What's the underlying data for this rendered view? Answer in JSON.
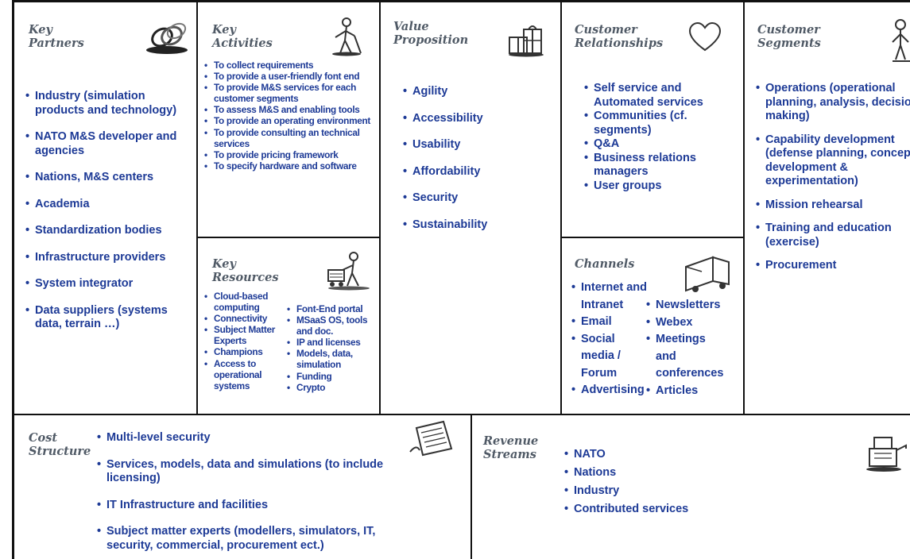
{
  "key_partners": {
    "title": "Key\nPartners",
    "icon": "linked-rings-icon",
    "items": [
      "Industry (simulation products and technology)",
      "NATO M&S developer and agencies",
      "Nations, M&S centers",
      "Academia",
      "Standardization bodies",
      "Infrastructure providers",
      "System integrator",
      "Data suppliers (systems data, terrain …)"
    ]
  },
  "key_activities": {
    "title": "Key\nActivities",
    "icon": "worker-sweeping-icon",
    "items": [
      "To collect requirements",
      "To provide a user-friendly font end",
      "To provide M&S services for each customer segments",
      "To assess M&S and enabling tools",
      "To provide an operating environment",
      "To provide consulting an technical services",
      "To provide pricing framework",
      "To specify hardware and software"
    ]
  },
  "key_resources": {
    "title": "Key\nResources",
    "icon": "worker-with-cart-icon",
    "col1": [
      "Cloud-based computing",
      "Connectivity",
      "Subject Matter Experts",
      "Champions",
      "Access to operational systems"
    ],
    "col2": [
      "Font-End portal",
      "MSaaS OS, tools and doc.",
      "IP and licenses",
      "Models, data, simulation",
      "Funding",
      "Crypto"
    ]
  },
  "value_proposition": {
    "title": "Value\nProposition",
    "icon": "gift-boxes-icon",
    "items": [
      "Agility",
      "Accessibility",
      "Usability",
      "Affordability",
      "Security",
      "Sustainability"
    ]
  },
  "customer_relationships": {
    "title": "Customer\nRelationships",
    "icon": "heart-icon",
    "items": [
      "Self service and Automated services",
      "Communities (cf. segments)",
      "Q&A",
      "Business relations managers",
      "User groups"
    ]
  },
  "channels": {
    "title": "Channels",
    "icon": "delivery-truck-icon",
    "col1": [
      "Internet and Intranet",
      "Email",
      "Social media / Forum",
      "Advertising"
    ],
    "col2": [
      "Newsletters",
      "Webex",
      "Meetings and conferences",
      "Articles"
    ]
  },
  "customer_segments": {
    "title": "Customer\nSegments",
    "icon": "person-icon",
    "items": [
      "Operations  (operational planning, analysis, decision-making)",
      "Capability development (defense planning, concept development & experimentation)",
      "Mission rehearsal",
      "Training and education (exercise)",
      "Procurement"
    ]
  },
  "cost_structure": {
    "title": "Cost\nStructure",
    "icon": "receipt-icon",
    "items": [
      "Multi-level security",
      "Services, models, data and simulations (to include licensing)",
      "IT Infrastructure and facilities",
      "Subject matter experts (modellers, simulators, IT, security, commercial, procurement ect.)"
    ]
  },
  "revenue_streams": {
    "title": "Revenue\nStreams",
    "icon": "cash-register-icon",
    "items": [
      "NATO",
      "Nations",
      "Industry",
      "Contributed services"
    ]
  }
}
